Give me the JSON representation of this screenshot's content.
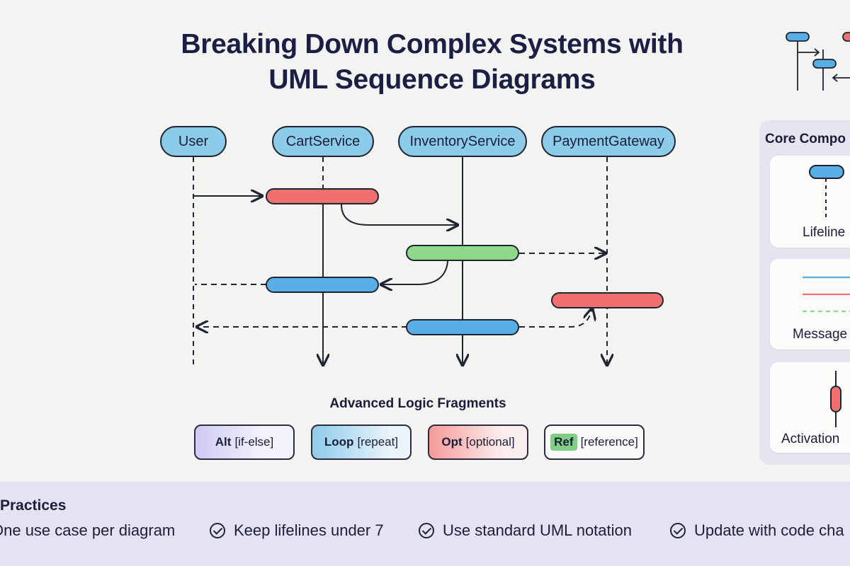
{
  "title": {
    "line1": "Breaking Down Complex Systems with",
    "line2": "UML Sequence Diagrams"
  },
  "diagram": {
    "lifelines": [
      "User",
      "CartService",
      "InventoryService",
      "PaymentGateway"
    ]
  },
  "fragments": {
    "heading": "Advanced Logic Fragments",
    "items": [
      {
        "keyword": "Alt",
        "detail": "[if-else]"
      },
      {
        "keyword": "Loop",
        "detail": "[repeat]"
      },
      {
        "keyword": "Opt",
        "detail": "[optional]"
      },
      {
        "keyword": "Ref",
        "detail": "[reference]"
      }
    ]
  },
  "core_components": {
    "heading": "Core Compo",
    "cards": [
      {
        "label": "Lifeline"
      },
      {
        "label": "Message"
      },
      {
        "label": "Activation"
      }
    ]
  },
  "practices": {
    "heading": "Practices",
    "items": [
      "One use case per diagram",
      "Keep lifelines under 7",
      "Use standard UML notation",
      "Update with code cha"
    ]
  },
  "colors": {
    "actor_fill": "#8ccbea",
    "red_bar": "#f07070",
    "green_bar": "#8ed98a",
    "blue_bar": "#5aaee6",
    "panel": "#e6e4f1"
  }
}
